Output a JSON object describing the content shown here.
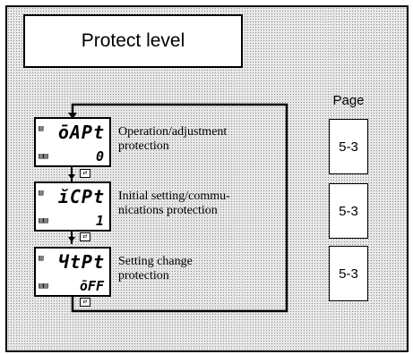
{
  "title": "Protect level",
  "page_header": "Page",
  "parameters": [
    {
      "display_top": "ōAPt",
      "display_bottom": "0",
      "label_line1": "Operation/adjustment",
      "label_line2": "protection",
      "page": "5-3"
    },
    {
      "display_top": "ĭCPt",
      "display_bottom": "1",
      "label_line1": "Initial setting/commu-",
      "label_line2": "nications protection",
      "page": "5-3"
    },
    {
      "display_top": "ЧtPt",
      "display_bottom": "ōFF",
      "label_line1": "Setting change",
      "label_line2": "protection",
      "page": "5-3"
    }
  ],
  "icons": {
    "mode_key": "mode-key-icon",
    "down_arrow": "down-arrow-icon",
    "return_arrow": "return-arrow-icon"
  },
  "colors": {
    "line": "#000000",
    "background": "#e8e8e8"
  }
}
